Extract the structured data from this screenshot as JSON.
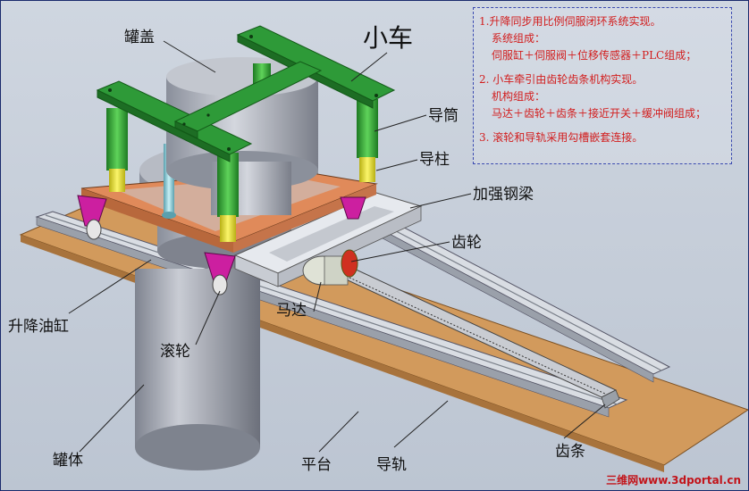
{
  "labels": {
    "tank_lid": "罐盖",
    "trolley": "小车",
    "guide_tube": "导筒",
    "guide_column": "导柱",
    "steel_beam": "加强钢梁",
    "gear": "齿轮",
    "lift_cylinder": "升降油缸",
    "motor": "马达",
    "roller": "滚轮",
    "tank_body": "罐体",
    "platform": "平台",
    "guide_rail": "导轨",
    "rack": "齿条"
  },
  "notes": {
    "n1_title": "1.升降同步用比例伺服闭环系统实现。",
    "n1_sub": "系统组成：",
    "n1_body": "伺服缸＋伺服阀＋位移传感器＋PLC组成；",
    "n2_title": "2. 小车牵引由齿轮齿条机构实现。",
    "n2_sub": "机构组成：",
    "n2_body": "马达＋齿轮＋齿条＋接近开关＋缓冲阀组成；",
    "n3_title": "3. 滚轮和导轨采用勾槽嵌套连接。"
  },
  "watermark": "三维网www.3dportal.cn",
  "colors": {
    "background": "#c8d0dc",
    "platform": "#d29a5c",
    "trolley_frame": "#2e9a38",
    "guide_tube": "#2aa02a",
    "guide_column": "#e8e01e",
    "plate": "#d98a58",
    "roller_bracket": "#cc1fa0",
    "tank": "#a9adb8",
    "notes_text": "#d21d1d",
    "notes_border": "#3a4ab0"
  }
}
